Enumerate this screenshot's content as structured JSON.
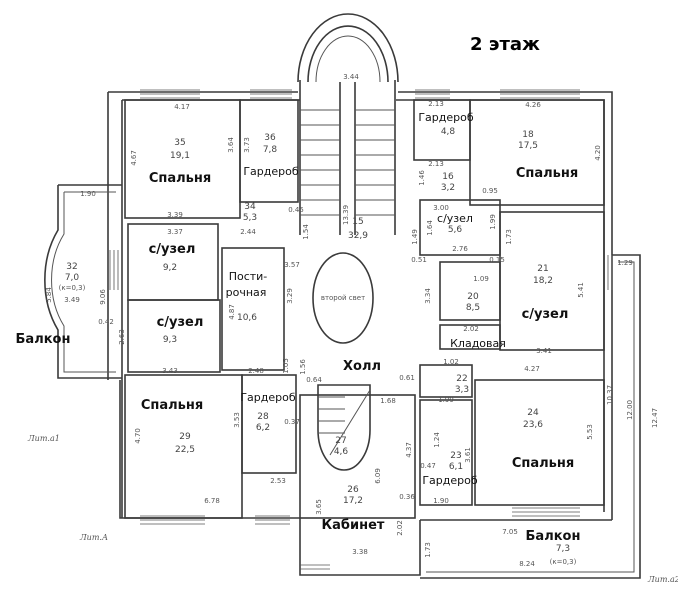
{
  "title": "2 этаж",
  "rooms": [
    {
      "label": "Спальня",
      "number": "35",
      "area": "19,1"
    },
    {
      "label": "Гардероб",
      "number": "36",
      "area": "7,8"
    },
    {
      "label": "Гардероб",
      "area": "4,8"
    },
    {
      "label": "Спальня",
      "number": "18",
      "area": "17,5"
    },
    {
      "number": "16",
      "area": "3,2"
    },
    {
      "label": "с/узел",
      "area": "5,6"
    },
    {
      "number": "15",
      "area": "32,9"
    },
    {
      "number": "34",
      "area": "5,3"
    },
    {
      "label": "с/узел",
      "area": "9,2"
    },
    {
      "label_line1": "Пости-",
      "label_line2": "рочная",
      "area": "10,6"
    },
    {
      "label": "второй свет"
    },
    {
      "label": "с/узел",
      "number": "21",
      "area": "18,2"
    },
    {
      "number": "20",
      "area": "8,5"
    },
    {
      "label": "Балкон",
      "number": "32",
      "area": "7,0",
      "coef": "(к=0,3)"
    },
    {
      "label": "с/узел",
      "area": "9,3"
    },
    {
      "label": "Кладовая"
    },
    {
      "label": "Холл"
    },
    {
      "number": "22",
      "area": "3,3"
    },
    {
      "label": "Спальня",
      "number": "29",
      "area": "22,5"
    },
    {
      "label": "Гардероб",
      "number": "28",
      "area": "6,2"
    },
    {
      "number": "27",
      "area": "4,6"
    },
    {
      "label": "Спальня",
      "number": "24",
      "area": "23,6"
    },
    {
      "label": "Гардероб",
      "number": "23",
      "area": "6,1"
    },
    {
      "label": "Кабинет",
      "number": "26",
      "area": "17,2"
    },
    {
      "label": "Балкон",
      "area": "7,3",
      "coef": "(к=0,3)"
    }
  ],
  "lit_labels": [
    "Лит.а1",
    "Лит.А",
    "Лит.а2"
  ],
  "dimensions": [
    "4.17",
    "3.64",
    "3.73",
    "4.67",
    "1.90",
    "3.39",
    "3.37",
    "2.44",
    "3.44",
    "2.13",
    "4.26",
    "4.20",
    "2.13",
    "1.46",
    "0.95",
    "3.00",
    "1.99",
    "2.76",
    "1.49",
    "1.64",
    "1.73",
    "13.39",
    "1.29",
    "5.41",
    "1.09",
    "3.34",
    "2.02",
    "3.43",
    "2.48",
    "3.53",
    "4.70",
    "2.53",
    "6.78",
    "1.68",
    "4.27",
    "3.41",
    "5.53",
    "10.37",
    "12.00",
    "12.47",
    "4.37",
    "6.09",
    "3.61",
    "1.90",
    "7.05",
    "8.24",
    "3.38",
    "3.65",
    "2.02",
    "3.29",
    "3.57",
    "4.87",
    "9.06",
    "5.84",
    "3.49",
    "2.63",
    "0.42",
    "1.54",
    "1.05",
    "1.56",
    "0.64",
    "1.73",
    "0.45",
    "0.61",
    "0.37",
    "0.51",
    "0.15",
    "1.02",
    "1.99",
    "0.47",
    "1.24",
    "0.36"
  ]
}
